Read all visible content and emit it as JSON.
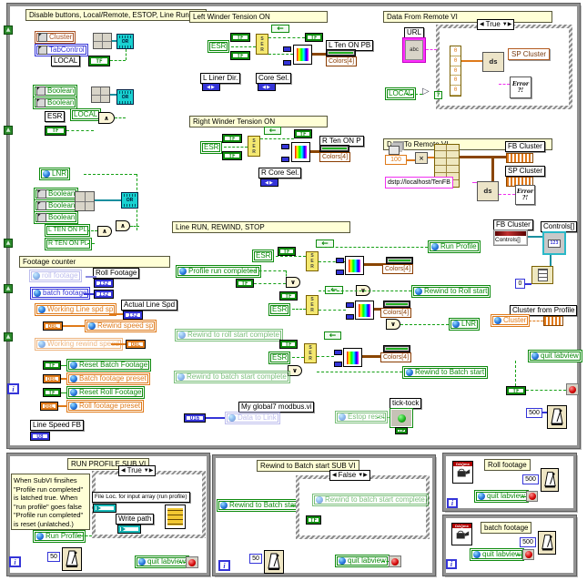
{
  "glyphs": {
    "or": "OR",
    "and": "∧",
    "orv": "∨",
    "not": "▷",
    "tf": "TF",
    "i32": "I32",
    "dbl": "DBL",
    "u8": "U8",
    "u16": "U16",
    "abc": "abc",
    "num123": "123",
    "iter": "i",
    "ring": "◀▶",
    "caseL": "◀",
    "caseR": "▼▶",
    "fb": "←",
    "err": "Error\n?!",
    "zero": "0",
    "ser": "S\nE\nR",
    "ds": "ds",
    "q": "?",
    "x": "×"
  },
  "sections": {
    "disable": {
      "title": "Disable buttons, Local/Remote, ESTOP, Line Running",
      "cluster": "Cluster",
      "tabcontrol": "TabControl",
      "local1": "LOCAL",
      "boolean": "Boolean",
      "esr": "ESR",
      "local2": "LOCAL",
      "lnr": "LNR",
      "l_ten_on_pl": "L TEN ON PL",
      "r_ten_on_pl": "R TEN ON PL"
    },
    "left_winder": {
      "title": "Left Winder Tension ON",
      "esr": "ESR",
      "l_ten_on_pb": "L Ten ON PB",
      "colors4": "Colors[4]",
      "liner_dir": "L Liner Dir.",
      "core_sel": "Core Sel."
    },
    "right_winder": {
      "title": "Right Winder Tension ON",
      "esr": "ESR",
      "r_ten_on_p": "R Ten ON P",
      "colors4": "Colors[4]",
      "core_sel": "R Core Sel."
    },
    "data_from": {
      "title": "Data From Remote VI",
      "url": "URL",
      "case_sel": "True",
      "sp_cluster": "SP Cluster",
      "local": "LOCAL"
    },
    "data_to": {
      "title": "Data To Remote VI",
      "const100": "100",
      "fb_cluster": "FB Cluster",
      "sp_cluster": "SP Cluster",
      "dstp": "dstp://localhost/TenFB"
    },
    "line_run": {
      "title": "Line RUN, REWIND, STOP",
      "esr": "ESR",
      "run_profile": "Run Profile",
      "profile_run_completed": "Profile run completed",
      "colors4": "Colors[4]",
      "lnr": "LNR",
      "rewind_to_roll_start": "Rewind to Roll start",
      "rewind_to_roll_start_complete": "Rewind to roll start complete",
      "rewind_to_batch_start": "Rewind to Batch start",
      "rewind_to_batch_start_complete": "Rewind to batch start complete"
    },
    "footage": {
      "title": "Footage counter",
      "roll_footage": "roll footage",
      "roll_footage_lbl": "Roll Footage",
      "batch_footage": "batch footage",
      "working_line_spd": "Working Line spd sp",
      "actual_line_spd": "Actual Line Spd",
      "rewind_speed_sp": "Rewind speed sp",
      "working_rewind_speed": "Working rewind speed",
      "reset_batch_footage": "Reset Batch Footage",
      "batch_footage_preset": "Batch footage preset",
      "reset_roll_footage": "Reset Roll Footage",
      "roll_footage_preset": "Roll footage preset",
      "line_speed_fb": "Line Speed FB"
    },
    "remote_misc": {
      "fb_cluster": "FB Cluster",
      "controls_out": "Controls[]",
      "controls_ind": "Controls[]",
      "idx0": "0",
      "cluster_from_profile": "Cluster from Profile",
      "cluster": "Cluster"
    },
    "main_misc": {
      "modbus": "My global7 modbus.vi",
      "data_to_link": "Data to Link",
      "estop_reset": "Estop reset",
      "tick_tock": "tick-tock",
      "quit_labview": "quit labview",
      "wait500": "500"
    }
  },
  "panels": {
    "run_profile": {
      "title": "RUN PROFILE SUB VI",
      "comment": "When SubVI finsihes \"Profile run completed\" is latched true.  When \"run profile\" goes false \"Profile run completed\" is reset (unlatched.)",
      "case_sel": "True",
      "file_loc": "File Loc. for input array (run profile)",
      "write_path": "Write path",
      "run_profile": "Run Profile",
      "wait": "50",
      "quit": "quit labview"
    },
    "rewind_batch": {
      "title": "Rewind to Batch start SUB VI",
      "rewind_to_batch_start": "Rewind to Batch start",
      "case_sel": "False",
      "complete": "Rewind to batch start complete",
      "wait": "50",
      "quit": "quit labview"
    },
    "roll": {
      "title": "Roll footage",
      "wait": "500",
      "quit": "quit labview",
      "daq": "DAQmx"
    },
    "batch": {
      "title": "batch footage",
      "wait": "500",
      "quit": "quit labview",
      "daq": "DAQmx"
    }
  }
}
